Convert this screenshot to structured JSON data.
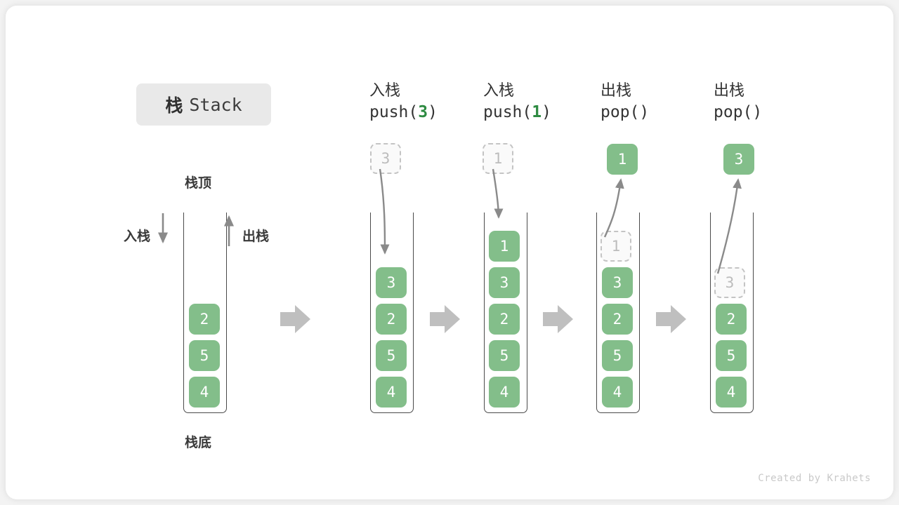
{
  "title": {
    "cn": "栈",
    "en": "Stack"
  },
  "labels": {
    "top": "栈顶",
    "bottom": "栈底",
    "push": "入栈",
    "pop": "出栈"
  },
  "footer": "Created by Krahets",
  "colors": {
    "element_green": "#83be8a",
    "arg_green": "#2e8b42",
    "ghost_gray": "#c4c4c4",
    "arrow_gray": "#8a8a8a",
    "flow_arrow_gray": "#bfbfbf",
    "tube_outline": "#4a4a4a",
    "title_pill_bg": "#e9e9e9",
    "card_bg": "#ffffff",
    "page_bg": "#f3f3f3"
  },
  "initial_stack": {
    "elements": [
      "2",
      "5",
      "4"
    ],
    "top_label": "栈顶",
    "bottom_label": "栈底",
    "push_label": "入栈",
    "pop_label": "出栈"
  },
  "stages": [
    {
      "id": "push-3",
      "header_cn": "入栈",
      "code_prefix": "push(",
      "code_arg": "3",
      "code_suffix": ")",
      "operation": "push",
      "incoming_value": "3",
      "stack_after": [
        "3",
        "2",
        "5",
        "4"
      ]
    },
    {
      "id": "push-1",
      "header_cn": "入栈",
      "code_prefix": "push(",
      "code_arg": "1",
      "code_suffix": ")",
      "operation": "push",
      "incoming_value": "1",
      "stack_after": [
        "1",
        "3",
        "2",
        "5",
        "4"
      ]
    },
    {
      "id": "pop-1",
      "header_cn": "出栈",
      "code_prefix": "pop(",
      "code_arg": "",
      "code_suffix": ")",
      "operation": "pop",
      "popped_value": "1",
      "ghost_value": "1",
      "stack_after": [
        "3",
        "2",
        "5",
        "4"
      ]
    },
    {
      "id": "pop-2",
      "header_cn": "出栈",
      "code_prefix": "pop(",
      "code_arg": "",
      "code_suffix": ")",
      "operation": "pop",
      "popped_value": "3",
      "ghost_value": "3",
      "stack_after": [
        "2",
        "5",
        "4"
      ]
    }
  ]
}
